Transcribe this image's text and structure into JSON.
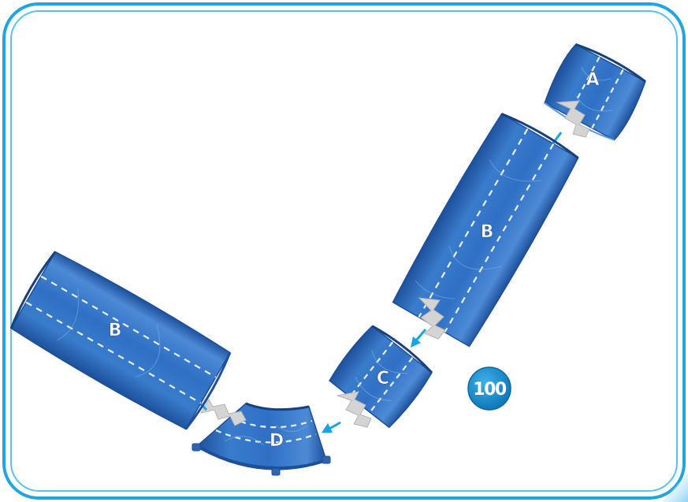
{
  "colors": {
    "frame_outer": "#1fa5e4",
    "frame_inner": "#58c3ef",
    "track_main": "#2f70c5",
    "track_dark": "#1d4f9a",
    "track_light": "#5b97dc",
    "dash": "#e9f2fb",
    "connector": "#d4d4d4",
    "arrow": "#13a5e5",
    "badge": "#0f87c8"
  },
  "pieces": {
    "a": {
      "label": "A"
    },
    "b_upper": {
      "label": "B"
    },
    "b_lower": {
      "label": "B"
    },
    "c": {
      "label": "C"
    },
    "d": {
      "label": "D"
    }
  },
  "step_badge": {
    "number": "100"
  }
}
